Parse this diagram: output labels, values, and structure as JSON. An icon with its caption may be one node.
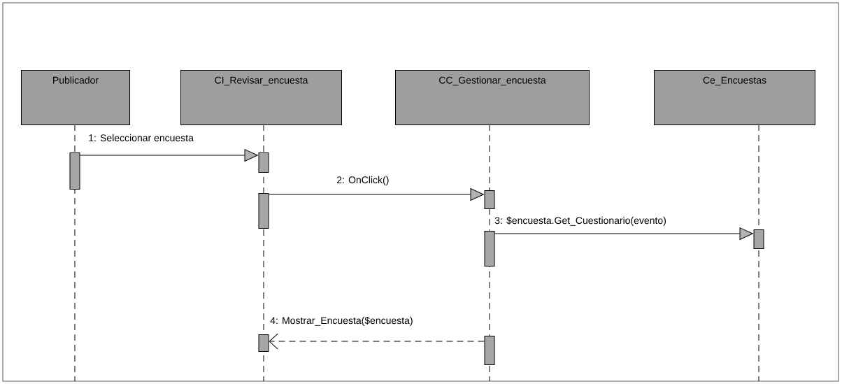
{
  "diagram": {
    "nodes": [
      {
        "text": [
          "Publicador"
        ]
      },
      {
        "text": [
          "CI_Revisar_encuesta"
        ]
      },
      {
        "text": [
          "CC_Gestionar_encuesta"
        ]
      },
      {
        "text": [
          "Ce_Encuestas"
        ]
      },
      {
        "text": [],
        "shape": "bar"
      },
      {
        "text": [],
        "shape": "bar"
      },
      {
        "text": [],
        "shape": "bar"
      },
      {
        "text": [],
        "shape": "bar"
      },
      {
        "text": [],
        "shape": "bar"
      },
      {
        "text": [],
        "shape": "bar"
      },
      {
        "text": [],
        "shape": "bar"
      },
      {
        "text": [],
        "shape": "bar"
      }
    ],
    "edges": [
      {
        "from": 4,
        "to": 5,
        "arrow": "to",
        "label": "1: Seleccionar encuesta"
      },
      {
        "from": 7,
        "to": 6,
        "arrow": "to",
        "label": "2: OnClick()"
      },
      {
        "from": 9,
        "to": 8,
        "arrow": "to",
        "label": "3: $encuesta.Get_Cuestionario(evento)"
      },
      {
        "from": 11,
        "to": 10,
        "arrow": "to",
        "label": "4: Mostrar_Encuesta($encuesta)",
        "style": "dashed"
      }
    ]
  }
}
